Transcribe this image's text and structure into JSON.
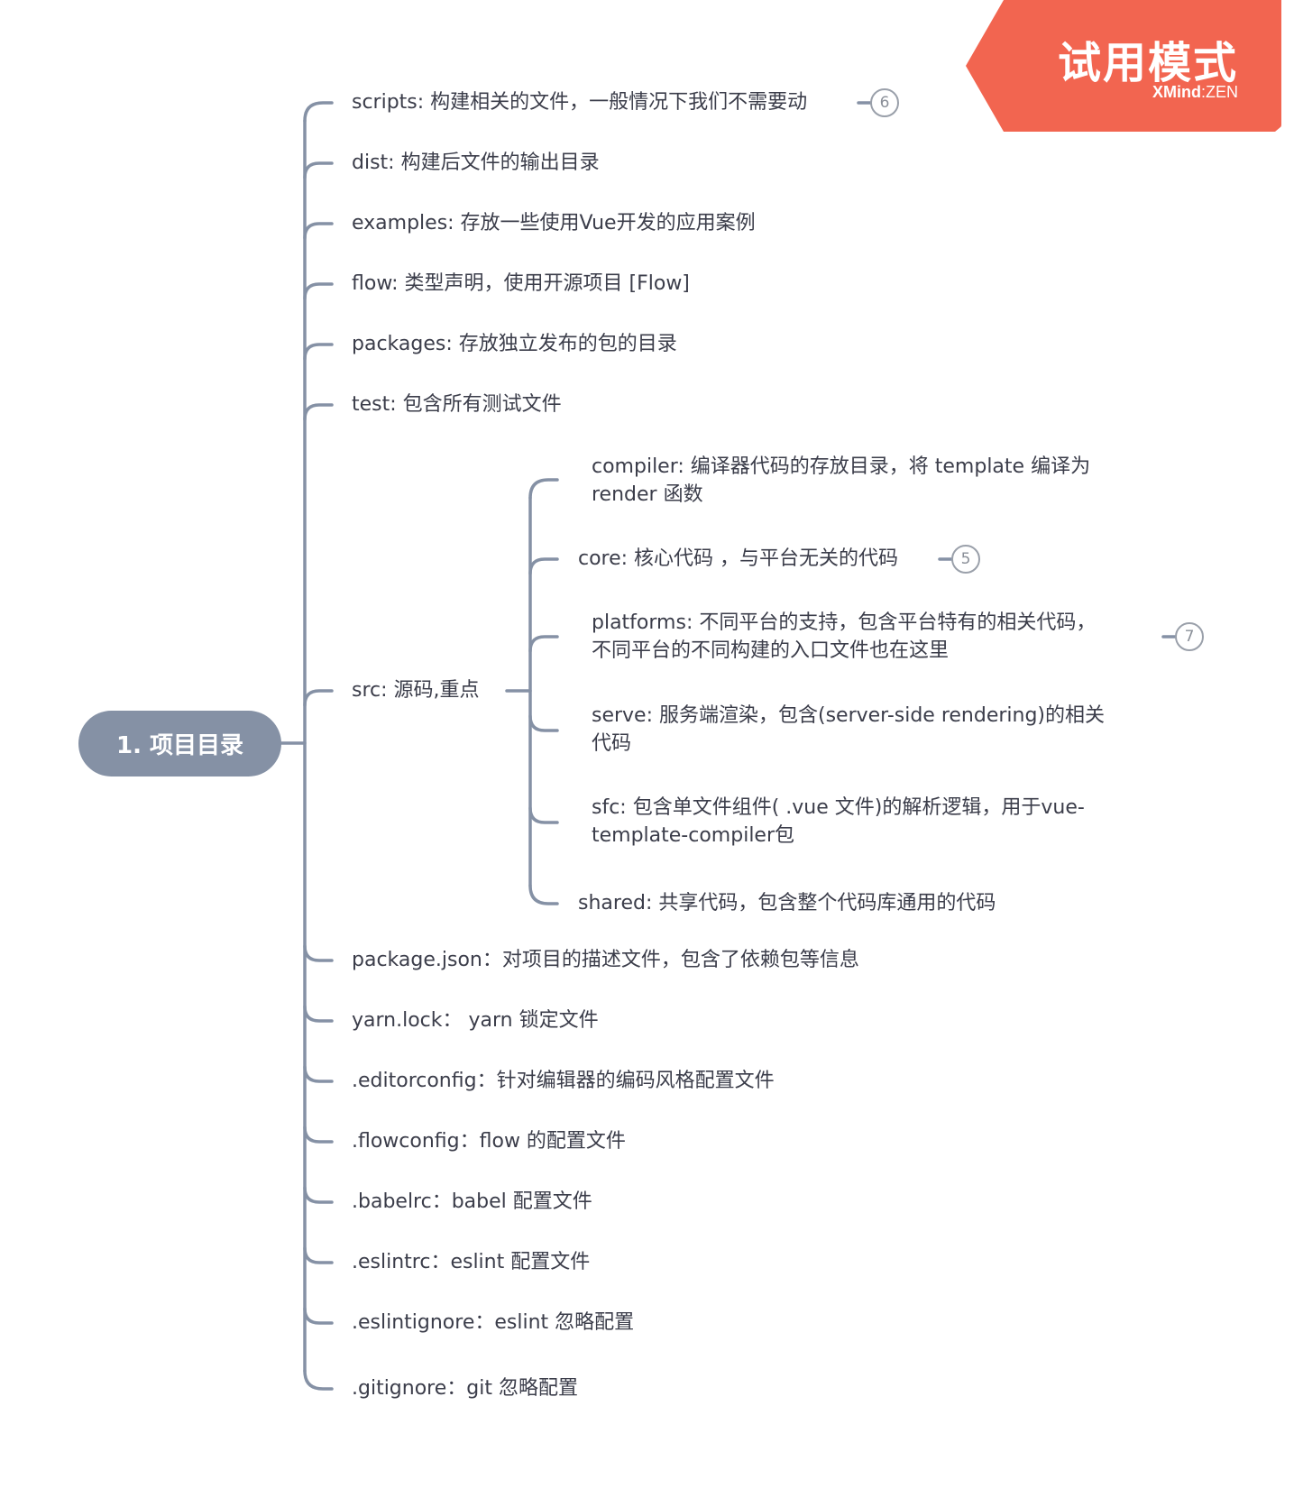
{
  "watermark": {
    "title": "试用模式",
    "brand_bold": "XMind",
    "brand_sep": ":",
    "brand_light": "ZEN"
  },
  "root": {
    "label": "1. 项目目录"
  },
  "branches": [
    {
      "label": "scripts: 构建相关的文件，一般情况下我们不需要动",
      "collapsed": "6"
    },
    {
      "label": "dist: 构建后文件的输出目录"
    },
    {
      "label": "examples: 存放一些使用Vue开发的应用案例"
    },
    {
      "label": "flow: 类型声明，使用开源项目 [Flow]"
    },
    {
      "label": "packages: 存放独立发布的包的目录"
    },
    {
      "label": "test: 包含所有测试文件"
    },
    {
      "label": "src: 源码,重点",
      "children": [
        {
          "label": "compiler: 编译器代码的存放目录，将 template 编译为 render 函数"
        },
        {
          "label": "core: 核心代码 ，与平台无关的代码",
          "collapsed": "5"
        },
        {
          "label": "platforms: 不同平台的支持，包含平台特有的相关代码，不同平台的不同构建的入口文件也在这里",
          "collapsed": "7"
        },
        {
          "label": "serve: 服务端渲染，包含(server-side rendering)的相关代码"
        },
        {
          "label": "sfc: 包含单文件组件( .vue 文件)的解析逻辑，用于vue-template-compiler包"
        },
        {
          "label": "shared: 共享代码，包含整个代码库通用的代码"
        }
      ]
    },
    {
      "label": "package.json：对项目的描述文件，包含了依赖包等信息"
    },
    {
      "label": "yarn.lock： yarn 锁定文件"
    },
    {
      "label": ".editorconfig：针对编辑器的编码风格配置文件"
    },
    {
      "label": ".flowconfig：flow 的配置文件"
    },
    {
      "label": ".babelrc：babel 配置文件"
    },
    {
      "label": ".eslintrc：eslint 配置文件"
    },
    {
      "label": ".eslintignore：eslint 忽略配置"
    },
    {
      "label": ".gitignore：git 忽略配置"
    }
  ]
}
